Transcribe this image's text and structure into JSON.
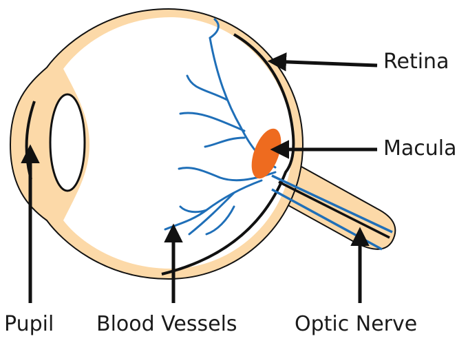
{
  "labels": {
    "retina": "Retina",
    "macula": "Macula",
    "pupil": "Pupil",
    "blood_vessels": "Blood Vessels",
    "optic_nerve": "Optic Nerve"
  },
  "colors": {
    "sclera": "#fcd9a8",
    "interior": "#ffffff",
    "outline": "#111111",
    "vessels": "#1f6fb8",
    "macula": "#ee6b1f"
  }
}
